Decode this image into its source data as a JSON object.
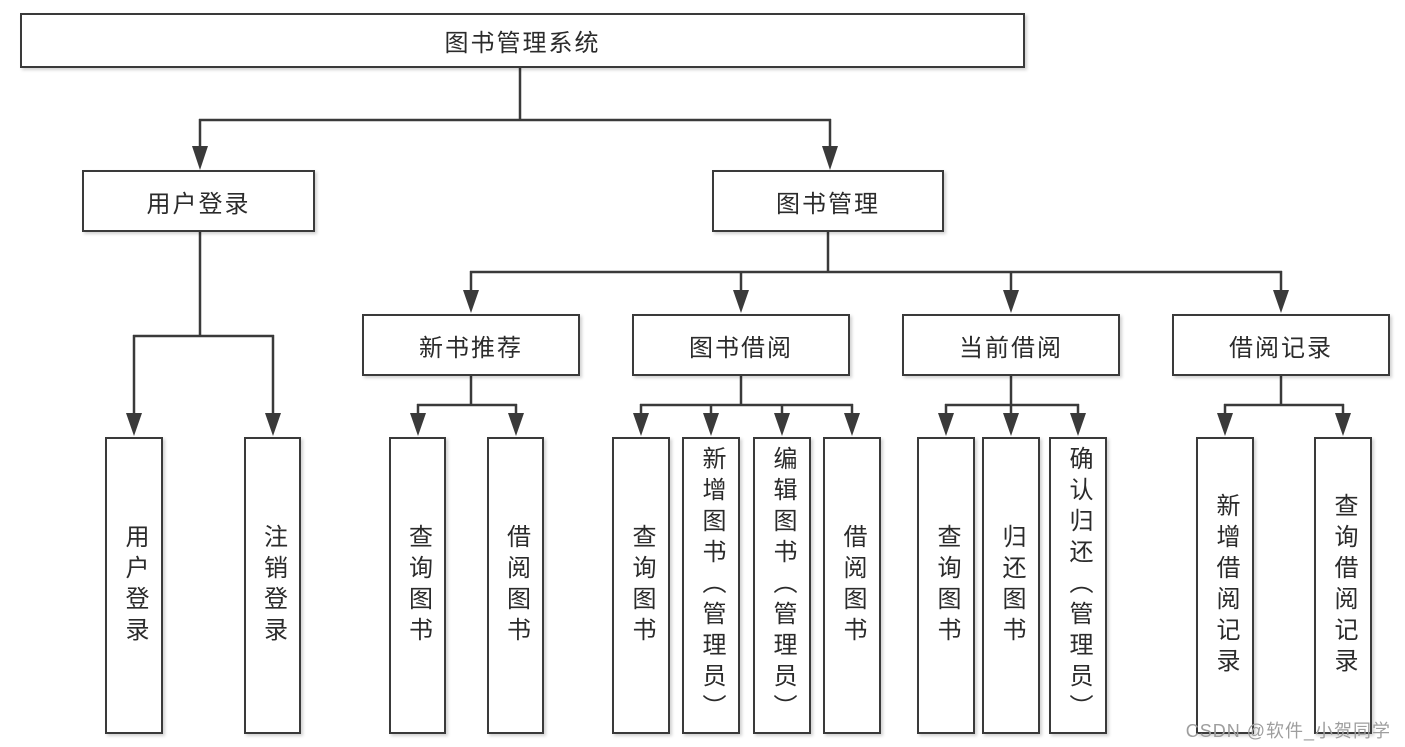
{
  "diagram": {
    "title": "图书管理系统",
    "type": "tree",
    "colors": {
      "background": "#ffffff",
      "line": "#3a3a3a",
      "box_border": "#3a3a3a",
      "text": "#2b2b2b",
      "watermark_text": "#9e9e9e"
    },
    "nodes": [
      {
        "id": "system-root",
        "label": "图书管理系统",
        "parent": null
      },
      {
        "id": "user-login",
        "label": "用户登录",
        "parent": "system-root"
      },
      {
        "id": "book-management",
        "label": "图书管理",
        "parent": "system-root"
      },
      {
        "id": "new-book-recommend",
        "label": "新书推荐",
        "parent": "book-management"
      },
      {
        "id": "book-borrowing",
        "label": "图书借阅",
        "parent": "book-management"
      },
      {
        "id": "current-borrowing",
        "label": "当前借阅",
        "parent": "book-management"
      },
      {
        "id": "borrowing-records",
        "label": "借阅记录",
        "parent": "book-management"
      },
      {
        "id": "leaf-user-login",
        "label": "用户登录",
        "parent": "user-login"
      },
      {
        "id": "leaf-logout",
        "label": "注销登录",
        "parent": "user-login"
      },
      {
        "id": "leaf-query-books-1",
        "label": "查询图书",
        "parent": "new-book-recommend"
      },
      {
        "id": "leaf-borrow-books-1",
        "label": "借阅图书",
        "parent": "new-book-recommend"
      },
      {
        "id": "leaf-query-books-2",
        "label": "查询图书",
        "parent": "book-borrowing"
      },
      {
        "id": "leaf-add-books-admin",
        "label": "新增图书（管理员）",
        "parent": "book-borrowing"
      },
      {
        "id": "leaf-edit-books-admin",
        "label": "编辑图书（管理员）",
        "parent": "book-borrowing"
      },
      {
        "id": "leaf-borrow-books-2",
        "label": "借阅图书",
        "parent": "book-borrowing"
      },
      {
        "id": "leaf-query-books-3",
        "label": "查询图书",
        "parent": "current-borrowing"
      },
      {
        "id": "leaf-return-books",
        "label": "归还图书",
        "parent": "current-borrowing"
      },
      {
        "id": "leaf-confirm-return",
        "label": "确认归还（管理员）",
        "parent": "current-borrowing"
      },
      {
        "id": "leaf-add-borrow-rec",
        "label": "新增借阅记录",
        "parent": "borrowing-records"
      },
      {
        "id": "leaf-query-borrow-rec",
        "label": "查询借阅记录",
        "parent": "borrowing-records"
      }
    ],
    "watermark": {
      "text": "CSDN @软件_小贺同学"
    }
  }
}
